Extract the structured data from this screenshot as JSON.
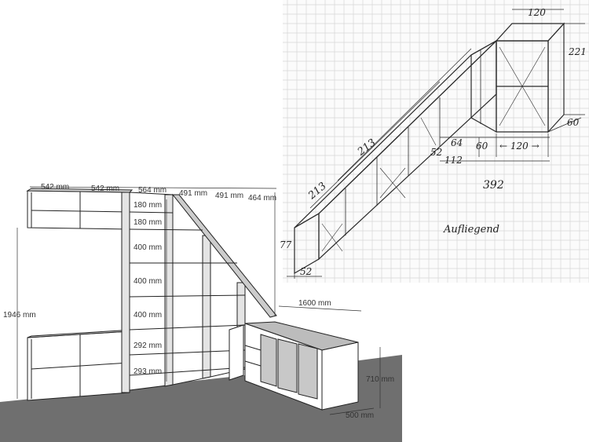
{
  "render3d": {
    "widths": [
      "542 mm",
      "542 mm",
      "564 mm",
      "491 mm",
      "491 mm",
      "464 mm"
    ],
    "heights": [
      "180 mm",
      "180 mm",
      "400 mm",
      "400 mm",
      "400 mm",
      "292 mm",
      "293 mm"
    ],
    "total_height": "1946 mm",
    "cabinet_length": "1600 mm",
    "cabinet_height": "710 mm",
    "cabinet_depth": "500 mm"
  },
  "sketch": {
    "top_width": "120",
    "top_height": "221",
    "top_depth": "60",
    "diag_upper": "213",
    "diag_lower": "213",
    "left_height": "77",
    "bottom_left": "52",
    "mid_a": "64",
    "mid_b": "52",
    "mid_c": "112",
    "mid_d": "60",
    "bottom_width": "← 120 →",
    "total": "392",
    "note": "Aufliegend"
  },
  "colors": {
    "floor": "#6f6f6f",
    "panel": "#ffffff",
    "panel_dark": "#c8c8c8",
    "grid": "#d4d4d4",
    "ink": "#2a2a2a"
  }
}
